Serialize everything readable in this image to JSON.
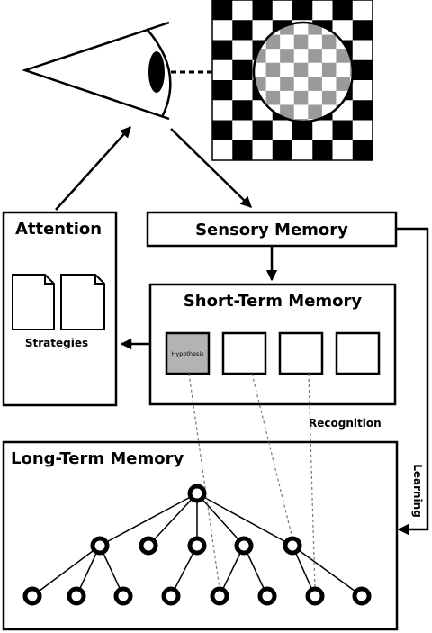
{
  "attention": {
    "title": "Attention",
    "strategies_label": "Strategies"
  },
  "sensory_memory": {
    "title": "Sensory Memory"
  },
  "short_term_memory": {
    "title": "Short-Term Memory",
    "hypothesis_label": "Hypothesis"
  },
  "long_term_memory": {
    "title": "Long-Term Memory"
  },
  "edge_labels": {
    "recognition": "Recognition",
    "learning": "Learning"
  },
  "colors": {
    "hypothesis_fill": "#b3b3b3",
    "checker_gray": "#9a9a9a",
    "checker_dark": "#000000"
  }
}
